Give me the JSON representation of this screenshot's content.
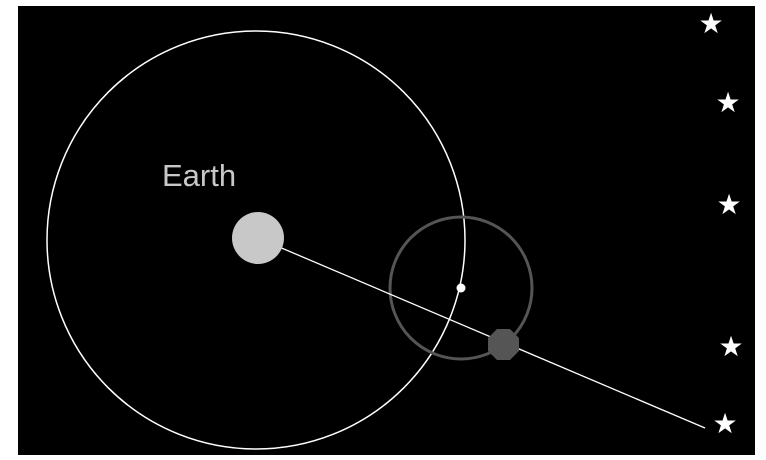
{
  "labels": {
    "earth": "Earth"
  },
  "colors": {
    "background": "#000000",
    "earth": "#c8c8c8",
    "earth_orbit": "#ffffff",
    "epicycle": "#555555",
    "planet": "#555555",
    "sight_line": "#ffffff",
    "star": "#ffffff",
    "label": "#c8c8c8"
  },
  "icons": {
    "star": "★"
  },
  "stars": [
    {
      "name": "star-1"
    },
    {
      "name": "star-2"
    },
    {
      "name": "star-3"
    },
    {
      "name": "star-4"
    },
    {
      "name": "star-5"
    }
  ]
}
